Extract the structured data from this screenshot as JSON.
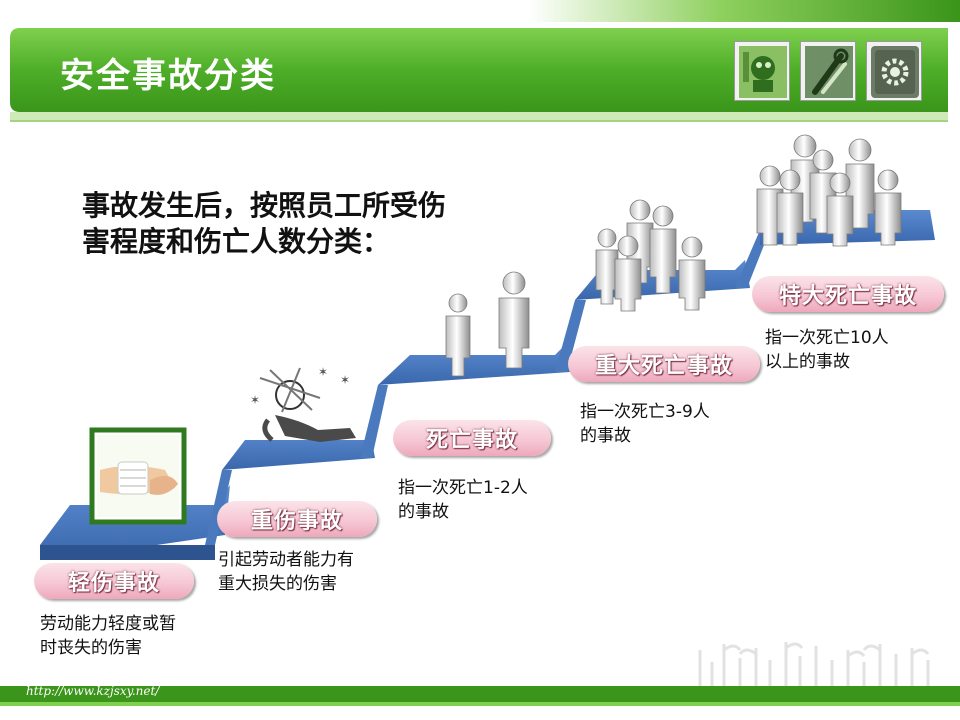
{
  "title": "安全事故分类",
  "header_icons": [
    "robot-tools-icon",
    "wrench-screwdriver-icon",
    "gear-icon"
  ],
  "intro": {
    "line1": "事故发生后，按照员工所受伤",
    "line2": "害程度和伤亡人数分类："
  },
  "categories": [
    {
      "label": "轻伤事故",
      "desc1": "劳动能力轻度或暂",
      "desc2": "时丧失的伤害"
    },
    {
      "label": "重伤事故",
      "desc1": "引起劳动者能力有",
      "desc2": "重大损失的伤害"
    },
    {
      "label": "死亡事故",
      "desc1": "指一次死亡1-2人",
      "desc2": "的事故"
    },
    {
      "label": "重大死亡事故",
      "desc1": "指一次死亡3-9人",
      "desc2": "的事故"
    },
    {
      "label": "特大死亡事故",
      "desc1": "指一次死亡10人",
      "desc2": "以上的事故"
    }
  ],
  "footer": {
    "url": "http://www.kzjsxy.net/"
  },
  "colors": {
    "green_dark": "#3a9a1c",
    "green_light": "#7fd04e",
    "stair_blue": "#3f6fb0",
    "pill_pink": "#f6c8d5"
  }
}
